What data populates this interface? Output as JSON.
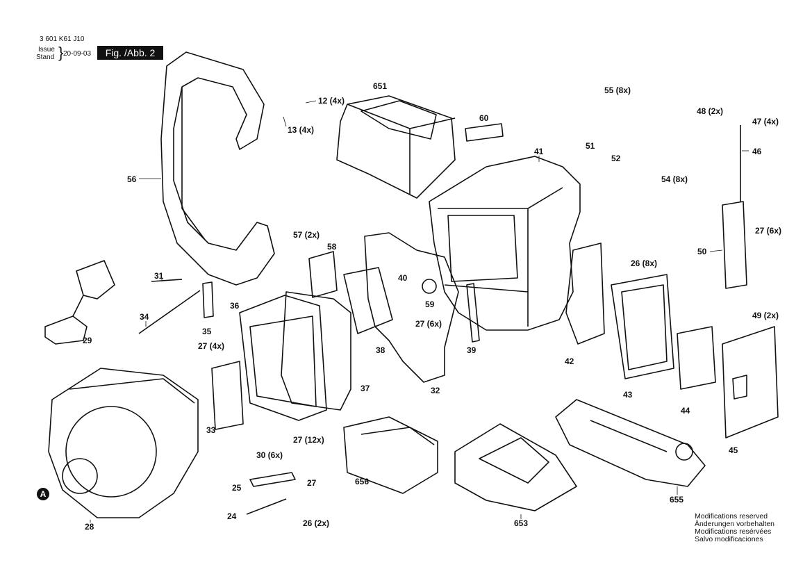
{
  "header": {
    "doc_number": "3 601 K61 J10",
    "issue_label_1": "Issue",
    "issue_label_2": "Stand",
    "date": "20-09-03",
    "figure": "Fig. /Abb. 2"
  },
  "labels": [
    {
      "id": "l12",
      "text": "12 (4x)"
    },
    {
      "id": "l13",
      "text": "13 (4x)"
    },
    {
      "id": "l651",
      "text": "651"
    },
    {
      "id": "l60",
      "text": "60"
    },
    {
      "id": "l55",
      "text": "55 (8x)"
    },
    {
      "id": "l48",
      "text": "48 (2x)"
    },
    {
      "id": "l47",
      "text": "47 (4x)"
    },
    {
      "id": "l41",
      "text": "41"
    },
    {
      "id": "l51",
      "text": "51"
    },
    {
      "id": "l52",
      "text": "52"
    },
    {
      "id": "l46",
      "text": "46"
    },
    {
      "id": "l54",
      "text": "54 (8x)"
    },
    {
      "id": "l56",
      "text": "56"
    },
    {
      "id": "l57",
      "text": "57 (2x)"
    },
    {
      "id": "l58",
      "text": "58"
    },
    {
      "id": "l27a",
      "text": "27 (6x)"
    },
    {
      "id": "l50",
      "text": "50"
    },
    {
      "id": "l26a",
      "text": "26 (8x)"
    },
    {
      "id": "l40",
      "text": "40"
    },
    {
      "id": "l31",
      "text": "31"
    },
    {
      "id": "l36",
      "text": "36"
    },
    {
      "id": "l59",
      "text": "59"
    },
    {
      "id": "l27b",
      "text": "27 (6x)"
    },
    {
      "id": "l49",
      "text": "49 (2x)"
    },
    {
      "id": "l34",
      "text": "34"
    },
    {
      "id": "l35",
      "text": "35"
    },
    {
      "id": "l29",
      "text": "29"
    },
    {
      "id": "l38",
      "text": "38"
    },
    {
      "id": "l39",
      "text": "39"
    },
    {
      "id": "l42",
      "text": "42"
    },
    {
      "id": "l27c",
      "text": "27 (4x)"
    },
    {
      "id": "l37",
      "text": "37"
    },
    {
      "id": "l32",
      "text": "32"
    },
    {
      "id": "l43",
      "text": "43"
    },
    {
      "id": "l44",
      "text": "44"
    },
    {
      "id": "l33",
      "text": "33"
    },
    {
      "id": "l27d",
      "text": "27 (12x)"
    },
    {
      "id": "l45",
      "text": "45"
    },
    {
      "id": "l30",
      "text": "30 (6x)"
    },
    {
      "id": "l25",
      "text": "25"
    },
    {
      "id": "l27e",
      "text": "27"
    },
    {
      "id": "l656",
      "text": "656"
    },
    {
      "id": "l655",
      "text": "655"
    },
    {
      "id": "l24",
      "text": "24"
    },
    {
      "id": "l26b",
      "text": "26 (2x)"
    },
    {
      "id": "l28",
      "text": "28"
    },
    {
      "id": "l653",
      "text": "653"
    }
  ],
  "marker_a": "A",
  "notes": [
    "Modifications reserved",
    "Änderungen vorbehalten",
    "Modifications resérvées",
    "Salvo modificaciones"
  ]
}
